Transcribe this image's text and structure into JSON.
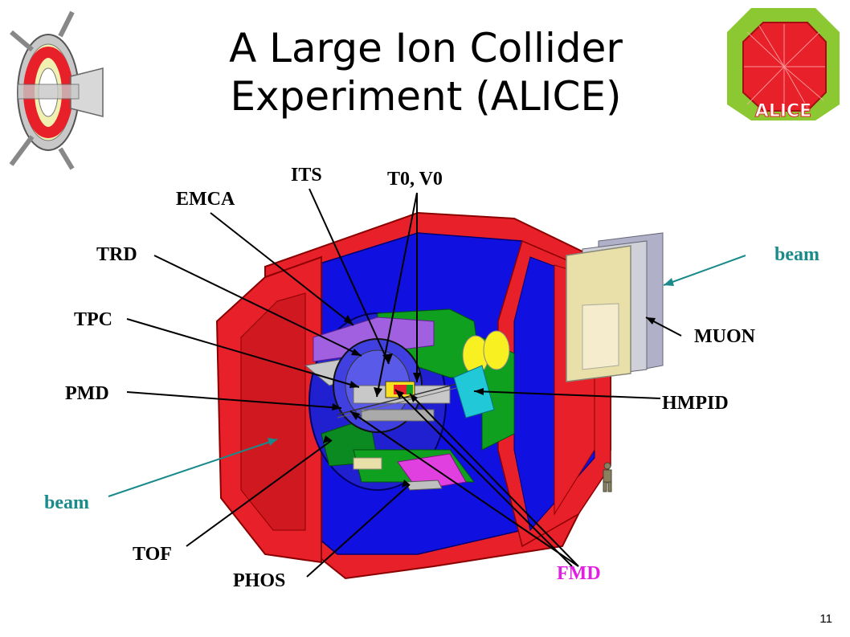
{
  "slide": {
    "title_line1": "A Large Ion Collider",
    "title_line2": "Experiment (ALICE)",
    "page_number": "11",
    "logo_text": "ALICE"
  },
  "labels": {
    "its": "ITS",
    "t0v0": "T0, V0",
    "emca": "EMCA",
    "trd": "TRD",
    "tpc": "TPC",
    "pmd": "PMD",
    "beam_left": "beam",
    "beam_right": "beam",
    "tof": "TOF",
    "phos": "PHOS",
    "fmd": "FMD",
    "muon": "MUON",
    "hmpid": "HMPID"
  },
  "colors": {
    "label": "#000000",
    "fmd_label": "#e020e0",
    "beam_label": "#1a8a8a",
    "magnet": "#e8202a",
    "inner_blue": "#1010e0",
    "green": "#10a020",
    "tof_green": "#0a8a20",
    "phos_magenta": "#e040e0",
    "hmpid_cyan": "#20c8d8",
    "muon_beige": "#e8e0a8",
    "logo_green": "#8cc832"
  }
}
